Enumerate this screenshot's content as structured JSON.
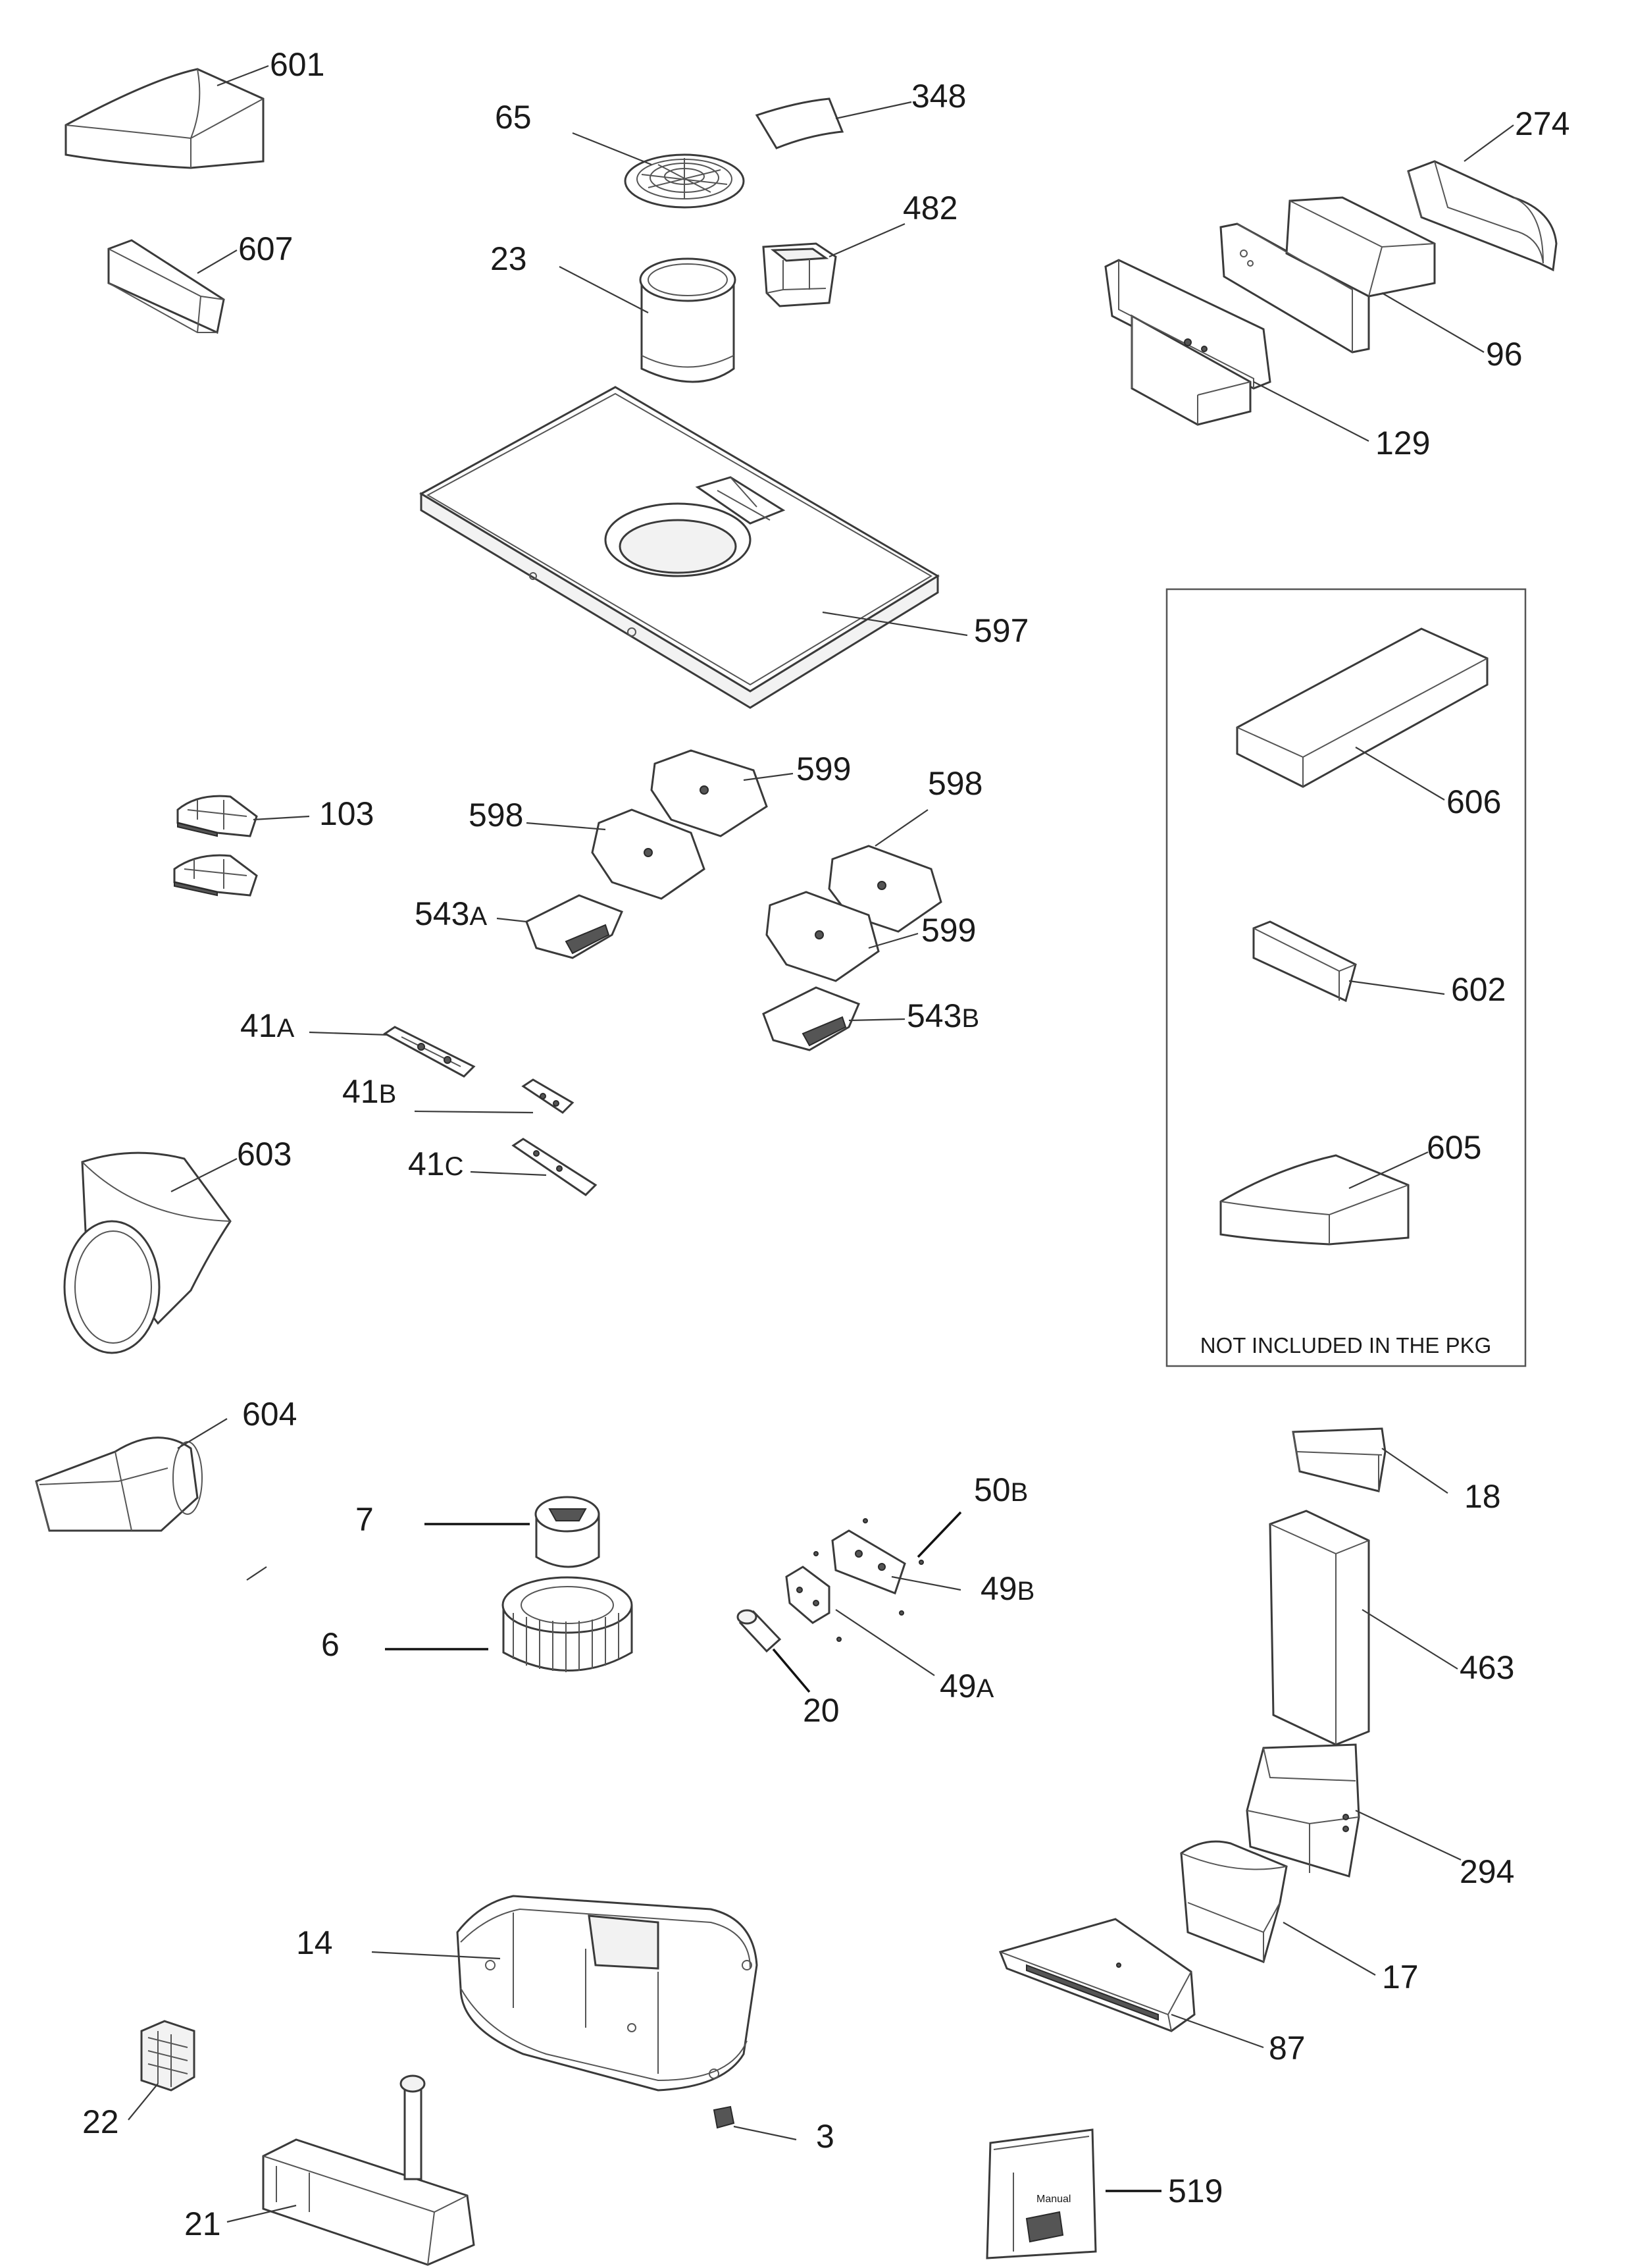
{
  "diagram": {
    "parts": [
      {
        "id": "601",
        "label": "601"
      },
      {
        "id": "607",
        "label": "607"
      },
      {
        "id": "65",
        "label": "65"
      },
      {
        "id": "348",
        "label": "348"
      },
      {
        "id": "482",
        "label": "482"
      },
      {
        "id": "23",
        "label": "23"
      },
      {
        "id": "274",
        "label": "274"
      },
      {
        "id": "96",
        "label": "96"
      },
      {
        "id": "129",
        "label": "129"
      },
      {
        "id": "597",
        "label": "597"
      },
      {
        "id": "103",
        "label": "103"
      },
      {
        "id": "599a",
        "label": "599"
      },
      {
        "id": "598a",
        "label": "598"
      },
      {
        "id": "598b",
        "label": "598"
      },
      {
        "id": "599b",
        "label": "599"
      },
      {
        "id": "543A",
        "label": "543",
        "suffix": "A"
      },
      {
        "id": "543B",
        "label": "543",
        "suffix": "B"
      },
      {
        "id": "41A",
        "label": "41",
        "suffix": "A"
      },
      {
        "id": "41B",
        "label": "41",
        "suffix": "B"
      },
      {
        "id": "41C",
        "label": "41",
        "suffix": "C"
      },
      {
        "id": "603",
        "label": "603"
      },
      {
        "id": "606",
        "label": "606"
      },
      {
        "id": "602",
        "label": "602"
      },
      {
        "id": "605",
        "label": "605"
      },
      {
        "id": "604",
        "label": "604"
      },
      {
        "id": "7",
        "label": "7"
      },
      {
        "id": "6",
        "label": "6"
      },
      {
        "id": "50B",
        "label": "50",
        "suffix": "B"
      },
      {
        "id": "49B",
        "label": "49",
        "suffix": "B"
      },
      {
        "id": "49A",
        "label": "49",
        "suffix": "A"
      },
      {
        "id": "20",
        "label": "20"
      },
      {
        "id": "18",
        "label": "18"
      },
      {
        "id": "463",
        "label": "463"
      },
      {
        "id": "294",
        "label": "294"
      },
      {
        "id": "17",
        "label": "17"
      },
      {
        "id": "14",
        "label": "14"
      },
      {
        "id": "87",
        "label": "87"
      },
      {
        "id": "22",
        "label": "22"
      },
      {
        "id": "3",
        "label": "3"
      },
      {
        "id": "21",
        "label": "21"
      },
      {
        "id": "519",
        "label": "519"
      }
    ],
    "not_included_note": "NOT INCLUDED IN THE PKG",
    "bag_text": "Manual"
  }
}
